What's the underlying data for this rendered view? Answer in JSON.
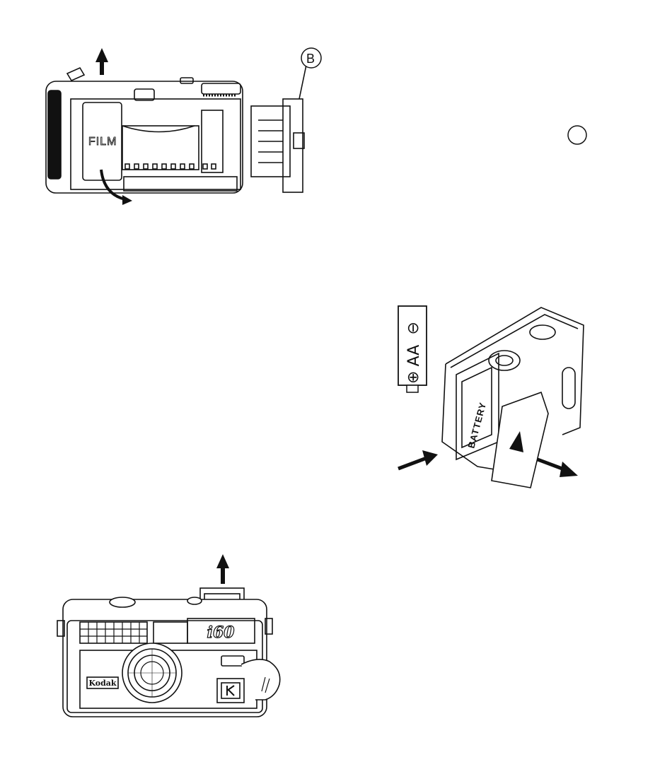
{
  "figure_top": {
    "film_label": "FILM",
    "callout_label": "B"
  },
  "figure_battery": {
    "battery_type": "AA",
    "minus_symbol": "⊖",
    "plus_symbol": "⊕",
    "compartment_label": "BATTERY"
  },
  "figure_front": {
    "model_label": "i60",
    "brand_label": "Kodak"
  },
  "colors": {
    "line": "#111111",
    "background": "#ffffff"
  }
}
